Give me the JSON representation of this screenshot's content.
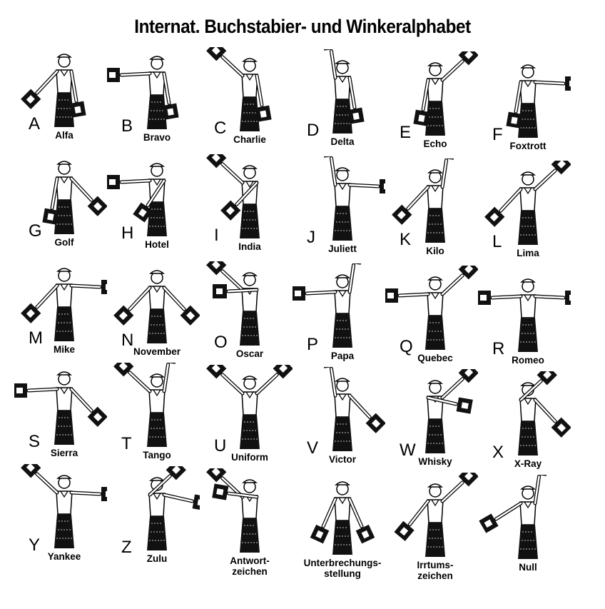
{
  "title": "Internat. Buchstabier- und Winkeralphabet",
  "signals": [
    {
      "letter": "A",
      "name": "Alfa"
    },
    {
      "letter": "B",
      "name": "Bravo"
    },
    {
      "letter": "C",
      "name": "Charlie"
    },
    {
      "letter": "D",
      "name": "Delta"
    },
    {
      "letter": "E",
      "name": "Echo"
    },
    {
      "letter": "F",
      "name": "Foxtrott"
    },
    {
      "letter": "G",
      "name": "Golf"
    },
    {
      "letter": "H",
      "name": "Hotel"
    },
    {
      "letter": "I",
      "name": "India"
    },
    {
      "letter": "J",
      "name": "Juliett"
    },
    {
      "letter": "K",
      "name": "Kilo"
    },
    {
      "letter": "L",
      "name": "Lima"
    },
    {
      "letter": "M",
      "name": "Mike"
    },
    {
      "letter": "N",
      "name": "November"
    },
    {
      "letter": "O",
      "name": "Oscar"
    },
    {
      "letter": "P",
      "name": "Papa"
    },
    {
      "letter": "Q",
      "name": "Quebec"
    },
    {
      "letter": "R",
      "name": "Romeo"
    },
    {
      "letter": "S",
      "name": "Sierra"
    },
    {
      "letter": "T",
      "name": "Tango"
    },
    {
      "letter": "U",
      "name": "Uniform"
    },
    {
      "letter": "V",
      "name": "Victor"
    },
    {
      "letter": "W",
      "name": "Whisky"
    },
    {
      "letter": "X",
      "name": "X-Ray"
    },
    {
      "letter": "Y",
      "name": "Yankee"
    },
    {
      "letter": "Z",
      "name": "Zulu"
    },
    {
      "letter": "",
      "name": "Antwort-\nzeichen"
    },
    {
      "letter": "",
      "name": "Unterbrechungs-\nstellung"
    },
    {
      "letter": "",
      "name": "Irrtums-\nzeichen"
    },
    {
      "letter": "",
      "name": "Null"
    }
  ]
}
